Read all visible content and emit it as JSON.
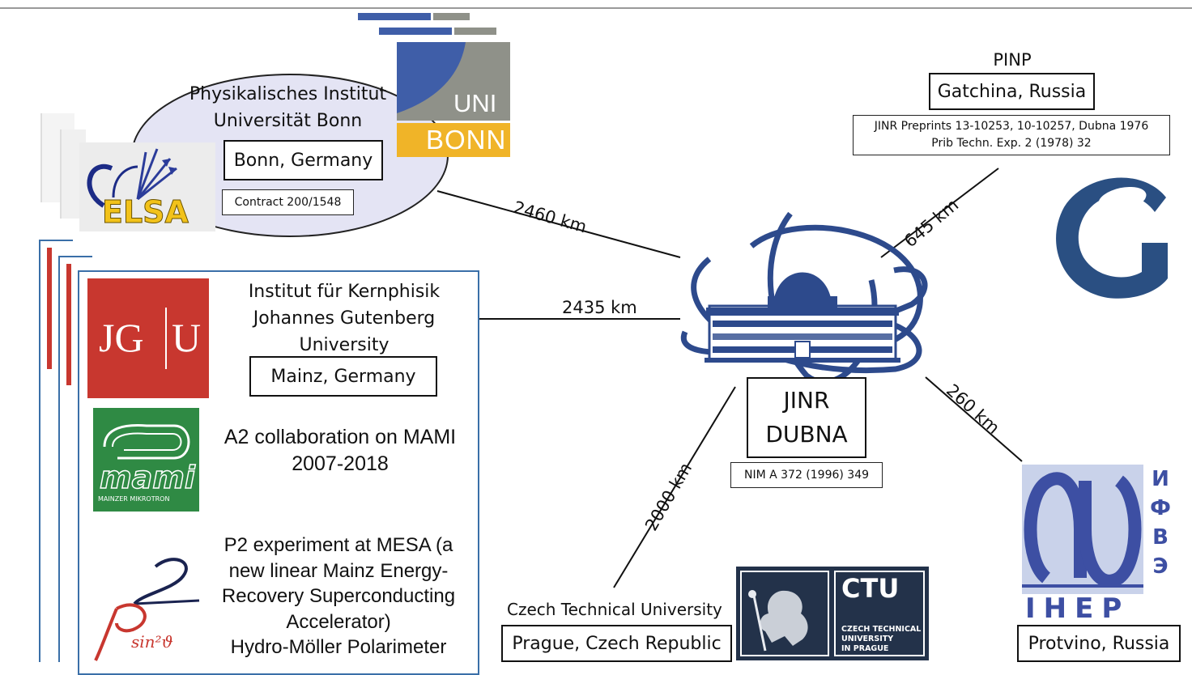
{
  "bonn": {
    "name_line1": "Physikalisches Institut",
    "name_line2": "Universität Bonn",
    "location": "Bonn, Germany",
    "contract": "Contract 200/1548",
    "logo_uni": "UNI",
    "logo_bonn": "BONN",
    "elsa_logo": "ELSA"
  },
  "mainz": {
    "name_line1": "Institut für Kernphisik",
    "name_line2": "Johannes Gutenberg",
    "name_line3": "University",
    "location": "Mainz, Germany",
    "jgu_logo": {
      "left": "JG",
      "right": "U"
    },
    "mami_logo": {
      "word": "mami",
      "subtitle": "MAINZER MIKROTRON"
    },
    "a2_line1": "A2 collaboration on MAMI",
    "a2_line2": "2007-2018",
    "p2_lines": [
      "P2 experiment at MESA (a",
      "new linear Mainz Energy-",
      "Recovery Superconducting",
      "Accelerator)",
      "Hydro-Möller Polarimeter"
    ]
  },
  "pinp": {
    "name": "PINP",
    "location": "Gatchina, Russia",
    "ref_line1": "JINR Preprints 13-10253, 10-10257, Dubna 1976",
    "ref_line2": "Prib Techn. Exp. 2 (1978) 32"
  },
  "jinr": {
    "line1": "JINR",
    "line2": "DUBNA",
    "ref": "NIM A 372 (1996) 349"
  },
  "ctu": {
    "name": "Czech Technical University",
    "location": "Prague, Czech Republic",
    "logo_title": "CTU",
    "logo_sub": [
      "CZECH TECHNICAL",
      "UNIVERSITY",
      "IN PRAGUE"
    ]
  },
  "ihep": {
    "location": "Protvino, Russia",
    "logo_cyr": [
      "И",
      "Ф",
      "В",
      "Э"
    ],
    "logo_lat": "IHEP"
  },
  "distances": {
    "bonn": "2460 km",
    "mainz": "2435 km",
    "pinp": "645 km",
    "ihep": "260 km",
    "ctu": "2000 km"
  },
  "colors": {
    "uni_blue": "#3f5ea8",
    "uni_gray": "#8f9189",
    "uni_yellow": "#f0b428",
    "jgu_red": "#c8372f",
    "mami_green": "#2f8a44",
    "jinr_blue": "#2d4a8c",
    "ctu_navy": "#23324a",
    "ihep_blue": "#3d4fa3",
    "ellipse_fill": "#e4e4f4"
  }
}
